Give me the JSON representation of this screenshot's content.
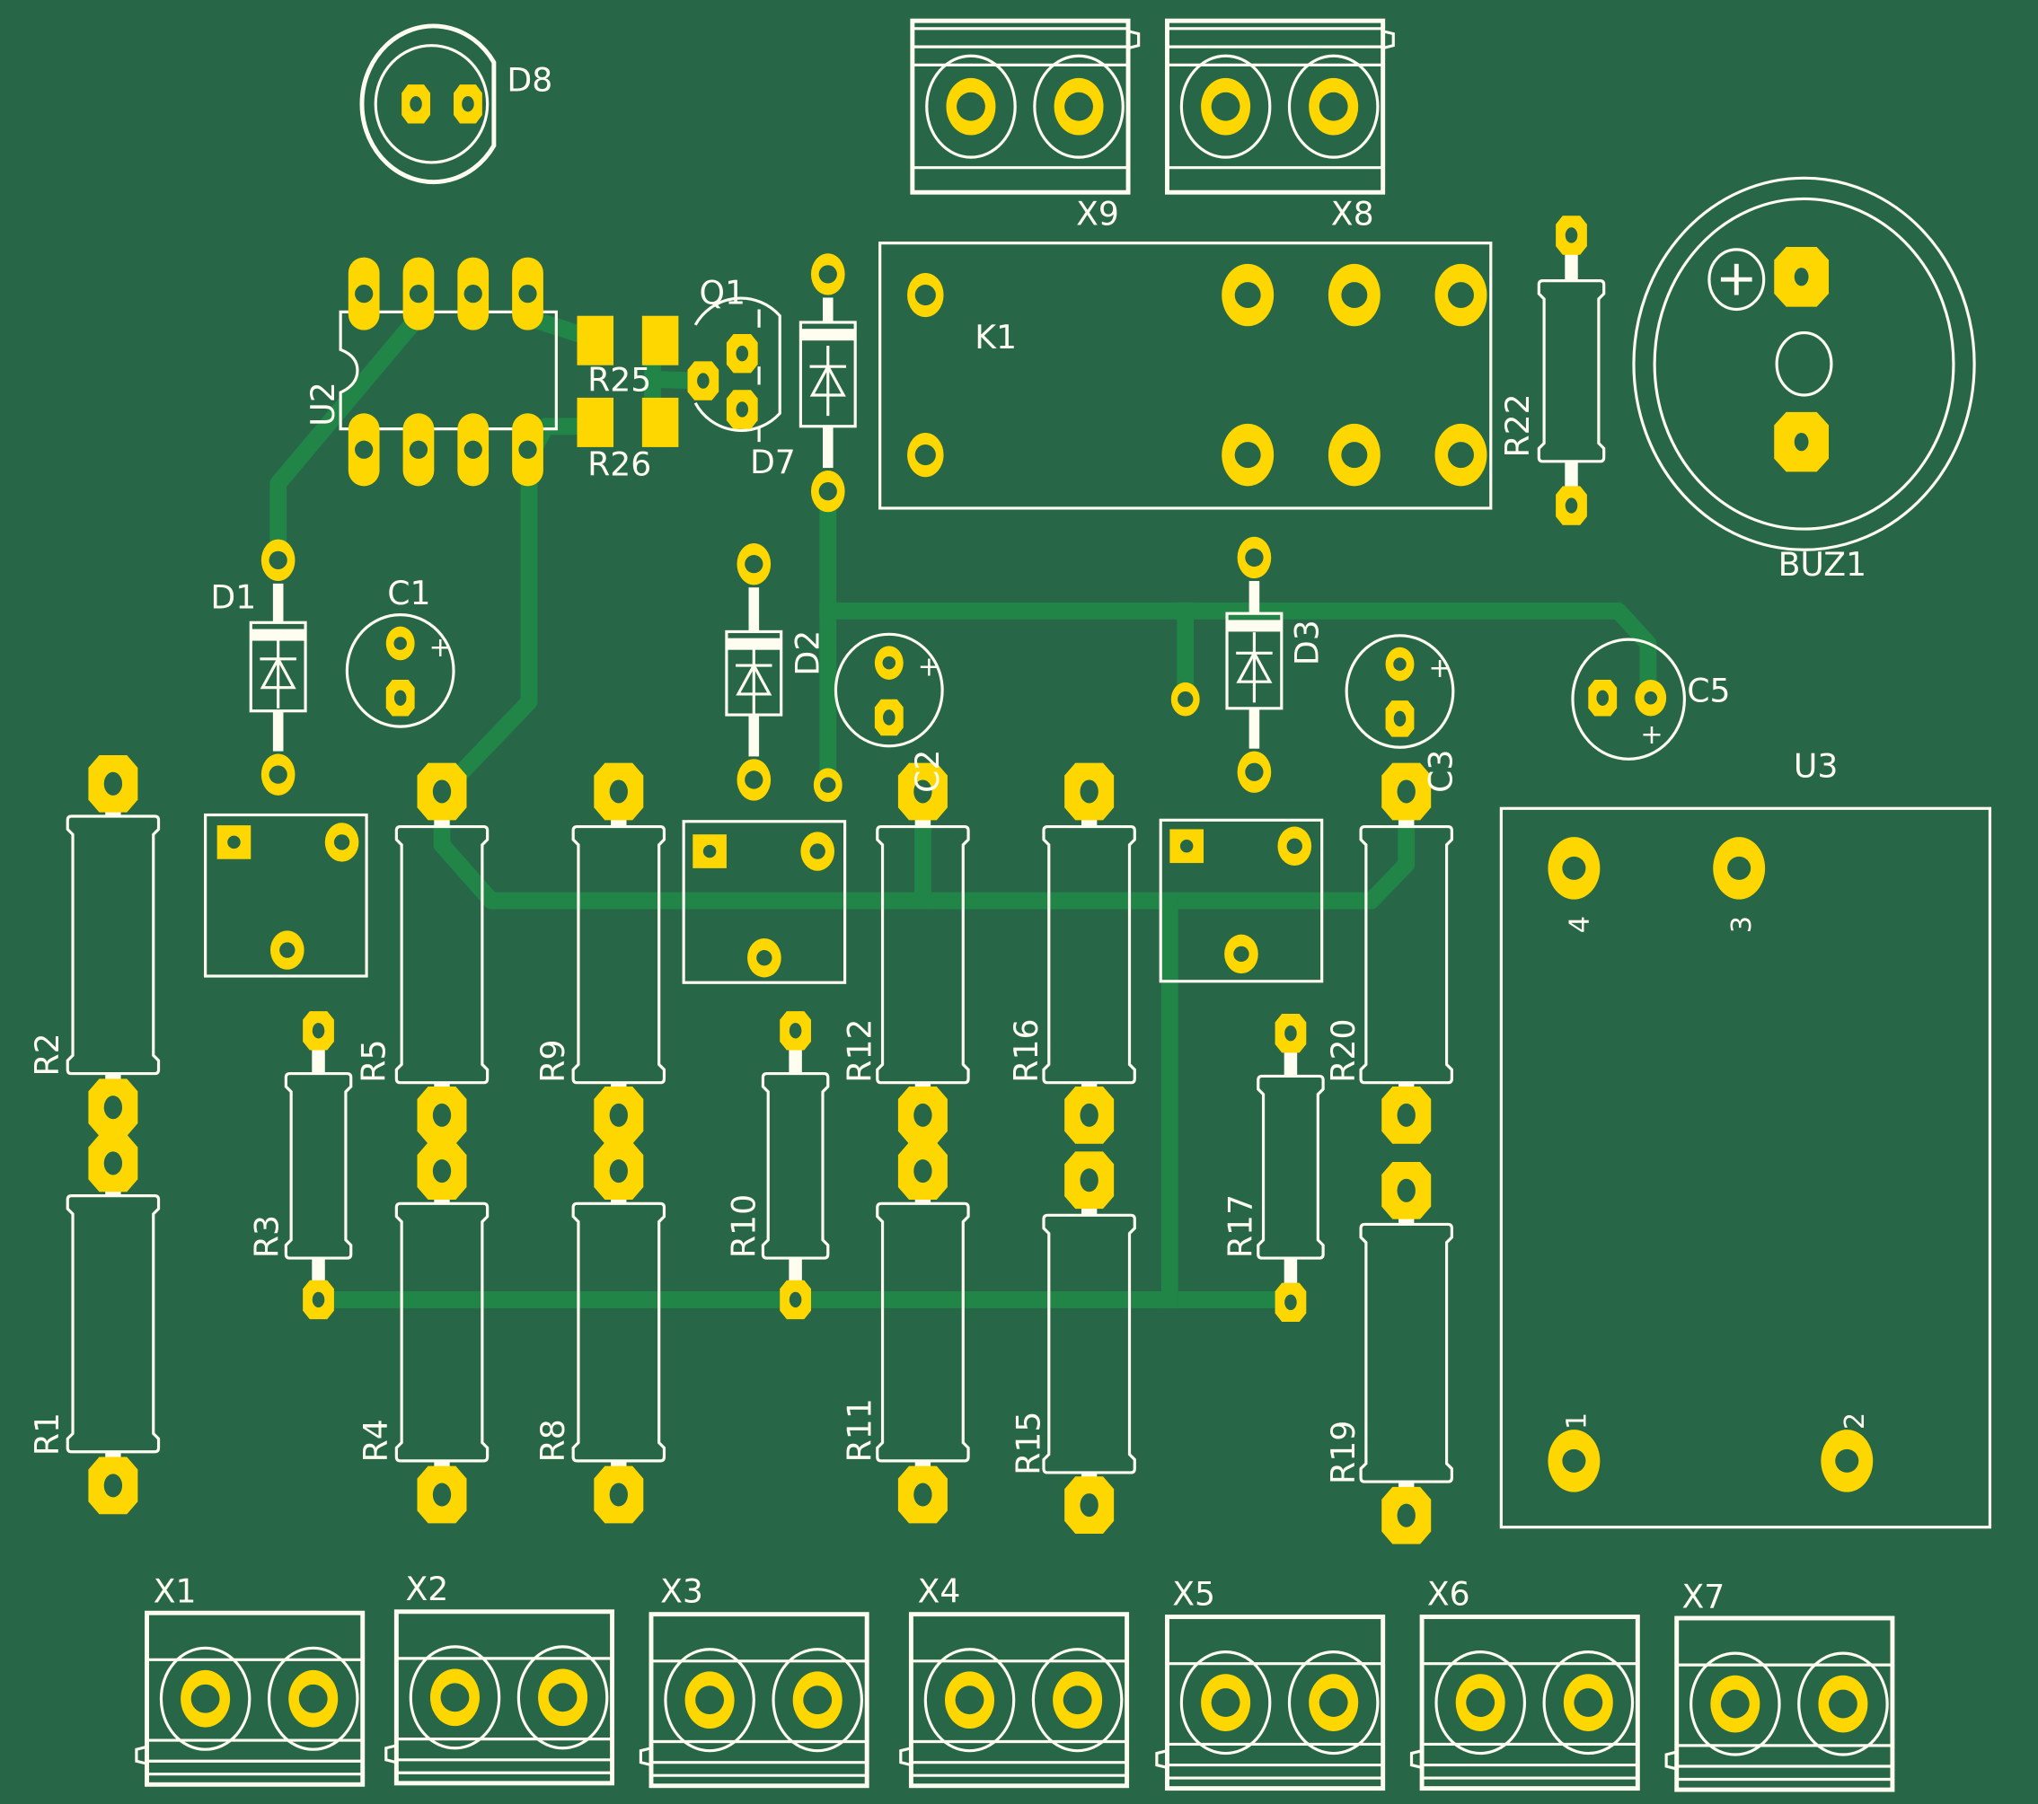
{
  "colors": {
    "board": "#276748",
    "trace": "#218548",
    "copper_pad": "#ffd700",
    "silkscreen": "#fffdf0"
  },
  "components": {
    "D8": "D8",
    "X9": "X9",
    "X8": "X8",
    "K1": "K1",
    "R22": "R22",
    "BUZ1": "BUZ1",
    "U2": "U2",
    "R25": "R25",
    "R26": "R26",
    "Q1": "Q1",
    "D7": "D7",
    "D1": "D1",
    "C1": "C1",
    "D2": "D2",
    "C2": "C2",
    "D3": "D3",
    "C3": "C3",
    "C5": "C5",
    "U3": "U3",
    "R1": "R1",
    "R2": "R2",
    "R3": "R3",
    "R4": "R4",
    "R5": "R5",
    "R8": "R8",
    "R9": "R9",
    "R10": "R10",
    "R11": "R11",
    "R12": "R12",
    "R15": "R15",
    "R16": "R16",
    "R17": "R17",
    "R19": "R19",
    "R20": "R20",
    "X1": "X1",
    "X2": "X2",
    "X3": "X3",
    "X4": "X4",
    "X5": "X5",
    "X6": "X6",
    "X7": "X7"
  },
  "u3_pins": {
    "p1": "1",
    "p2": "2",
    "p3": "3",
    "p4": "4"
  },
  "polarity_marks": {
    "plus": "+"
  }
}
